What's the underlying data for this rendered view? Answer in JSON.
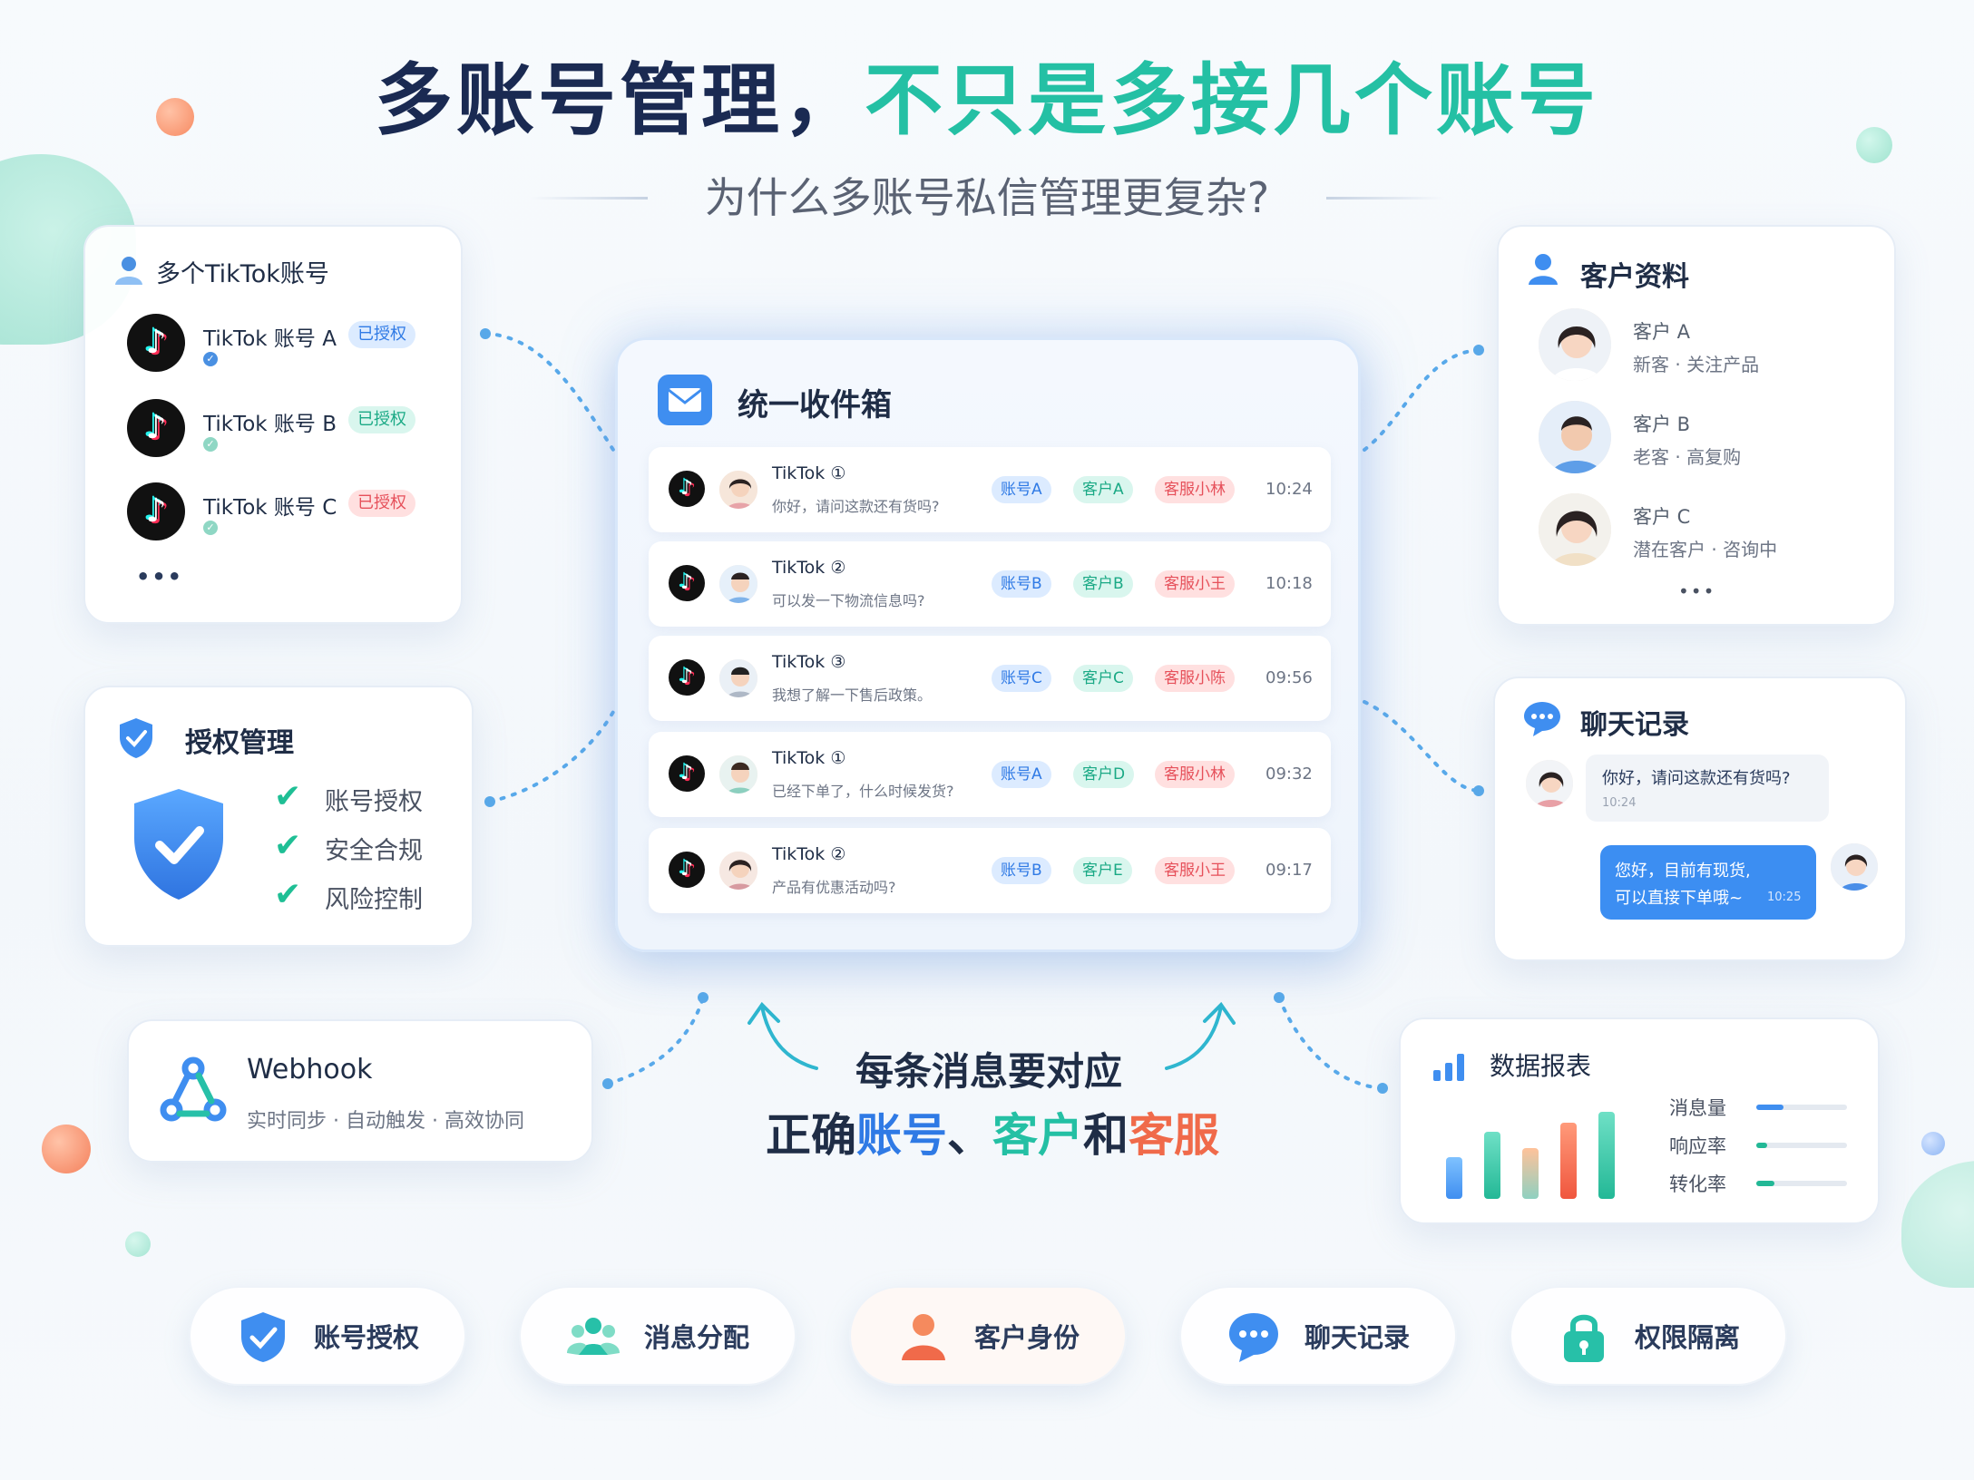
{
  "title": {
    "part1": "多账号管理，",
    "part2": "不只是多接几个账号"
  },
  "subtitle": "为什么多账号私信管理更复杂?",
  "accounts_card": {
    "title": "多个TikTok账号",
    "items": [
      {
        "name": "TikTok 账号 A",
        "badge": "已授权"
      },
      {
        "name": "TikTok 账号 B",
        "badge": "已授权"
      },
      {
        "name": "TikTok 账号 C",
        "badge": "已授权"
      }
    ],
    "more": "•••"
  },
  "auth_card": {
    "title": "授权管理",
    "items": [
      "账号授权",
      "安全合规",
      "风险控制"
    ]
  },
  "inbox": {
    "title": "统一收件箱",
    "rows": [
      {
        "platform": "TikTok ①",
        "text": "你好，请问这款还有货吗?",
        "account": "账号A",
        "customer": "客户A",
        "agent": "客服小林",
        "time": "10:24"
      },
      {
        "platform": "TikTok ②",
        "text": "可以发一下物流信息吗?",
        "account": "账号B",
        "customer": "客户B",
        "agent": "客服小王",
        "time": "10:18"
      },
      {
        "platform": "TikTok ③",
        "text": "我想了解一下售后政策。",
        "account": "账号C",
        "customer": "客户C",
        "agent": "客服小陈",
        "time": "09:56"
      },
      {
        "platform": "TikTok ①",
        "text": "已经下单了，什么时候发货?",
        "account": "账号A",
        "customer": "客户D",
        "agent": "客服小林",
        "time": "09:32"
      },
      {
        "platform": "TikTok ②",
        "text": "产品有优惠活动吗?",
        "account": "账号B",
        "customer": "客户E",
        "agent": "客服小王",
        "time": "09:17"
      }
    ]
  },
  "customer_card": {
    "title": "客户资料",
    "items": [
      {
        "name": "客户 A",
        "desc": "新客 · 关注产品"
      },
      {
        "name": "客户 B",
        "desc": "老客 · 高复购"
      },
      {
        "name": "客户 C",
        "desc": "潜在客户 · 咨询中"
      }
    ],
    "more": "•••"
  },
  "chat_card": {
    "title": "聊天记录",
    "in_msg": "你好，请问这款还有货吗?",
    "in_time": "10:24",
    "out_line1": "您好，目前有现货,",
    "out_line2": "可以直接下单哦~",
    "out_time": "10:25"
  },
  "webhook_card": {
    "title": "Webhook",
    "desc": "实时同步 · 自动触发 · 高效协同"
  },
  "report_card": {
    "title": "数据报表",
    "metrics": [
      {
        "label": "消息量",
        "value": 0.3
      },
      {
        "label": "响应率",
        "value": 0.12
      },
      {
        "label": "转化率",
        "value": 0.2
      }
    ]
  },
  "center": {
    "line1": "每条消息要对应",
    "prefix": "正确",
    "w1": "账号",
    "sep1": "、",
    "w2": "客户",
    "sep2": "和",
    "w3": "客服"
  },
  "features": [
    "账号授权",
    "消息分配",
    "客户身份",
    "聊天记录",
    "权限隔离"
  ],
  "colors": {
    "navy": "#1a2a52",
    "teal": "#24c0a4",
    "blue": "#2f7ae5",
    "coral": "#f06a4a"
  }
}
